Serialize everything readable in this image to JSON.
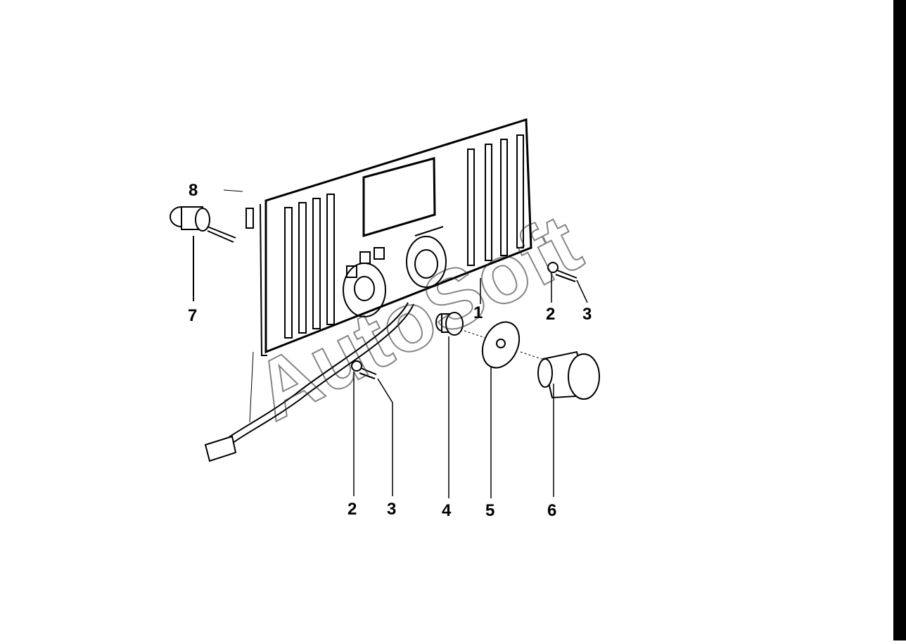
{
  "watermark": "AutoSoft",
  "callouts": [
    {
      "label": "1"
    },
    {
      "label": "2"
    },
    {
      "label": "3"
    },
    {
      "label": "2"
    },
    {
      "label": "3"
    },
    {
      "label": "4"
    },
    {
      "label": "5"
    },
    {
      "label": "6"
    },
    {
      "label": "7"
    },
    {
      "label": "8"
    }
  ],
  "colors": {
    "ink": "#000000",
    "paper": "#ffffff"
  }
}
